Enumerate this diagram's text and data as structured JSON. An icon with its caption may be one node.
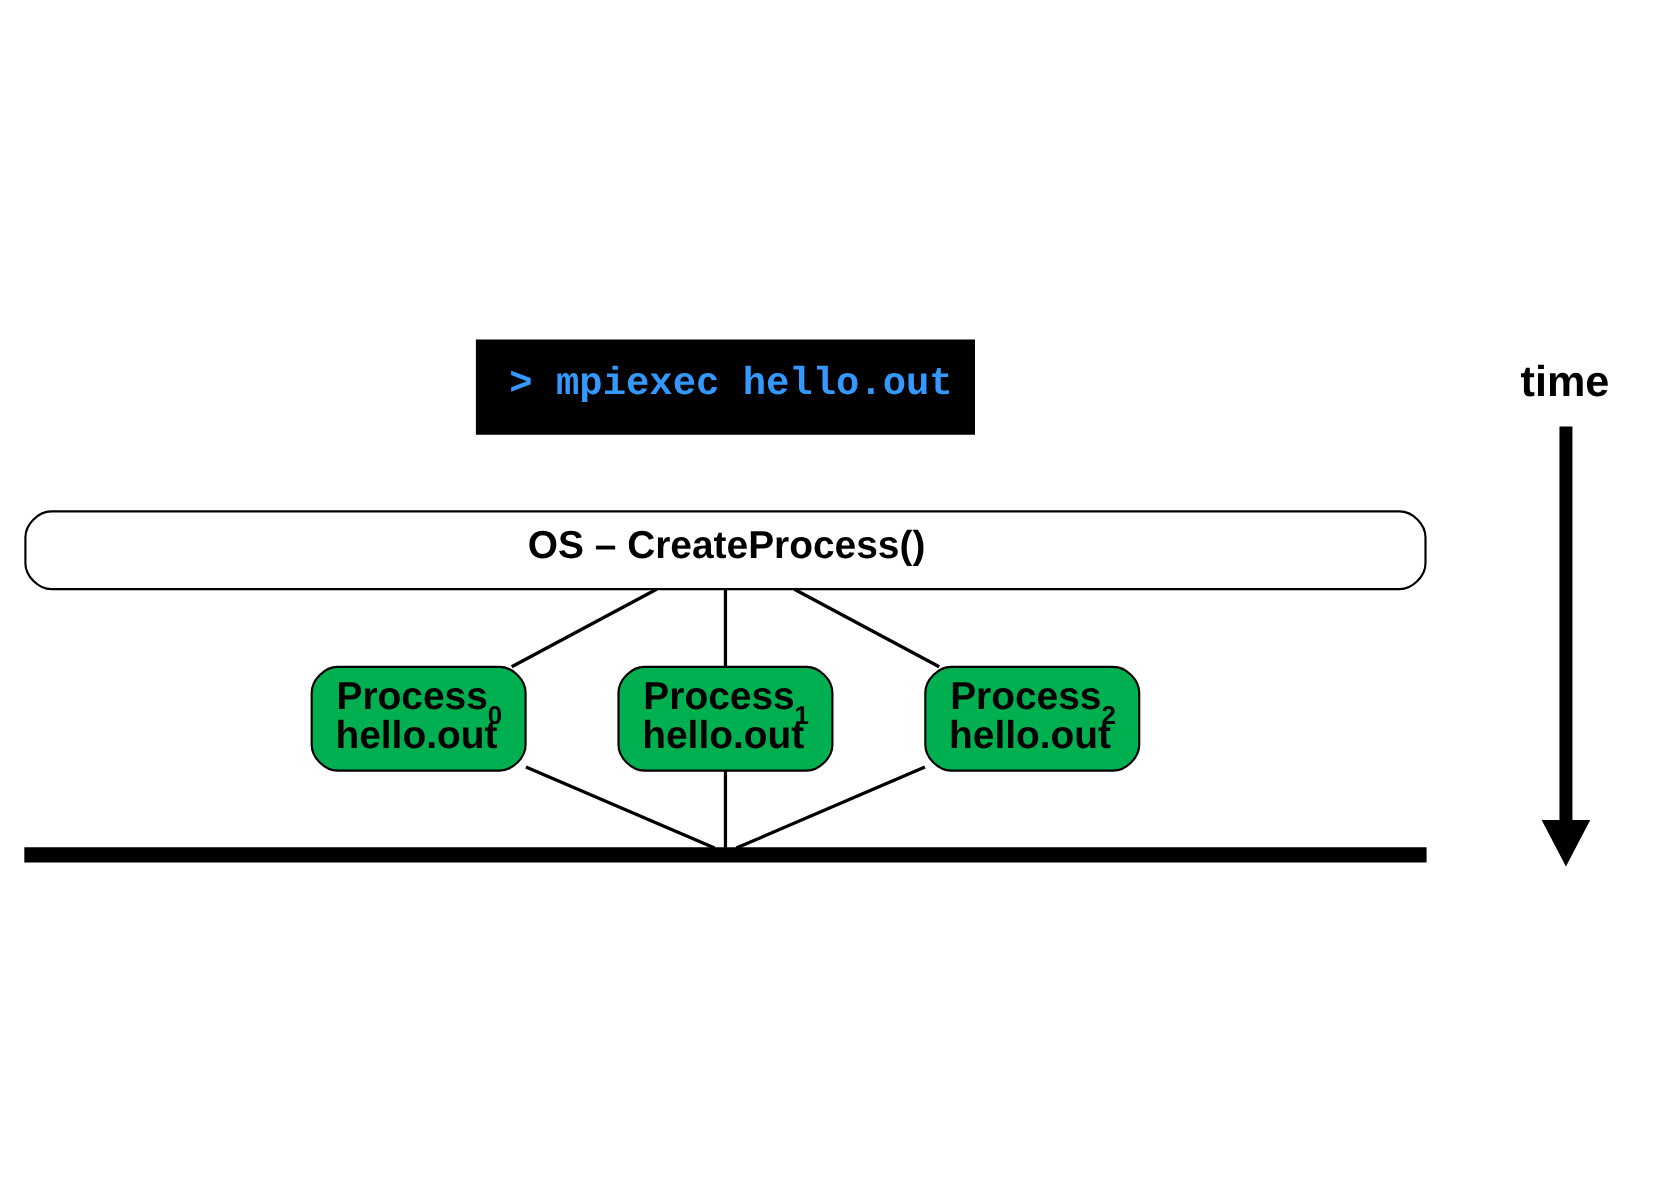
{
  "diagram": {
    "nodes": [
      {
        "text": [
          "> mpiexec hello.out"
        ]
      },
      {
        "text": [
          "OS – CreateProcess()"
        ]
      },
      {
        "text": [
          "Process$_{0}$",
          "hello.out"
        ]
      },
      {
        "text": [
          "Process$_{1}$",
          "hello.out"
        ]
      },
      {
        "text": [
          "Process$_{2}$",
          "hello.out"
        ]
      },
      {
        "text": [],
        "shape": "bar"
      }
    ],
    "edges": [
      {
        "from": 1,
        "to": 2,
        "arrow": "none"
      },
      {
        "from": 1,
        "to": 3,
        "arrow": "none"
      },
      {
        "from": 1,
        "to": 4,
        "arrow": "none"
      },
      {
        "from": 2,
        "to": 5,
        "arrow": "none"
      },
      {
        "from": 3,
        "to": 5,
        "arrow": "none"
      },
      {
        "from": 4,
        "to": 5,
        "arrow": "none"
      }
    ],
    "labels": [
      "time"
    ]
  }
}
